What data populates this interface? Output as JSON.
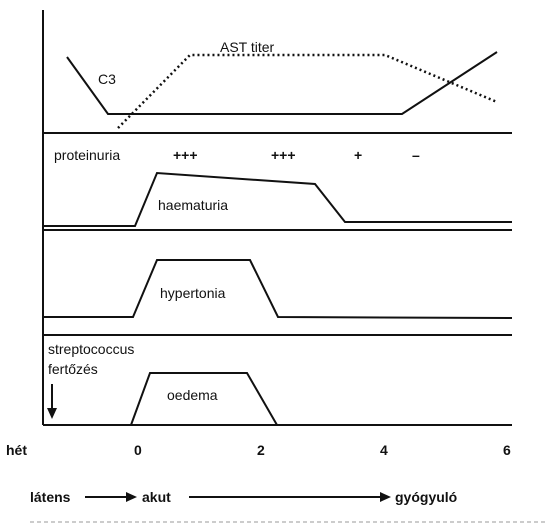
{
  "labels": {
    "c3": "C3",
    "ast_titer": "AST titer",
    "proteinuria": "proteinuria",
    "proteinuria_levels": [
      "+++",
      "+++",
      "+",
      "–"
    ],
    "haematuria": "haematuria",
    "hypertonia": "hypertonia",
    "strepto_line1": "streptococcus",
    "strepto_line2": "fertőzés",
    "oedema": "oedema",
    "axis_unit": "hét",
    "axis_ticks": [
      "0",
      "2",
      "4",
      "6"
    ],
    "phase_latent": "látens",
    "phase_acute": "akut",
    "phase_recovery": "gyógyuló"
  },
  "colors": {
    "ink": "#111111",
    "background": "#ffffff"
  }
}
